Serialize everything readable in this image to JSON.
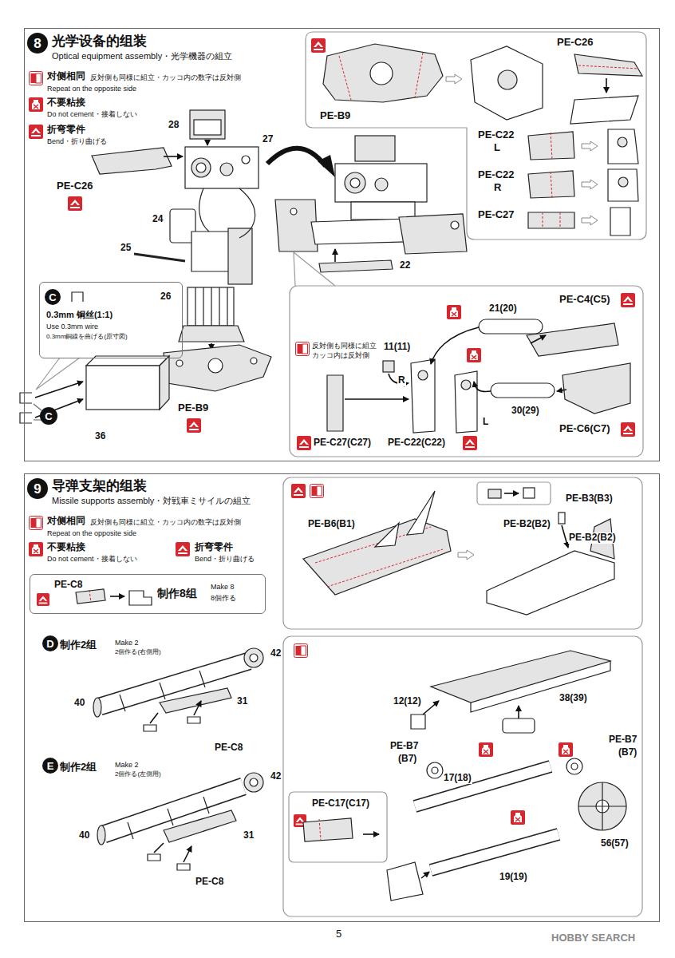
{
  "diagram": {
    "nodes": [
      {
        "text": [
          "光学设备的组装",
          "Optical equipment assembly・光学機器の組立"
        ]
      },
      {
        "text": [
          "8"
        ],
        "in": 0
      },
      {
        "text": [
          "0.3mm 铜丝(1:1)",
          "Use 0.3mm wire",
          "0.3mm銅線を曲げる(原寸図)"
        ],
        "in": 0
      },
      {
        "text": [
          "C"
        ],
        "in": 2
      },
      {
        "text": [
          "C"
        ],
        "in": 0
      },
      {
        "text": [
          "导弹支架的组装",
          "Missile supports assembly・対戦車ミサイルの組立"
        ]
      },
      {
        "text": [
          "9"
        ],
        "in": 5
      },
      {
        "text": [
          "PE-C8",
          "制作8组",
          "Make 8",
          "8個作る"
        ],
        "in": 5
      },
      {
        "text": [
          "D"
        ],
        "in": 5
      },
      {
        "text": [
          "E"
        ],
        "in": 5
      }
    ],
    "labels": [
      "对侧相同",
      "反対側も同様に組立・カッコ内の数字は反対側",
      "Repeat on the opposite side",
      "不要粘接",
      "Do not cement・接着しない",
      "折弯零件",
      "Bend・折り曲げる",
      "28",
      "27",
      "PE-C26",
      "24",
      "25",
      "26",
      "36",
      "PE-B9",
      "22",
      "PE-B9",
      "PE-C26",
      "PE-C22",
      "L",
      "PE-C22",
      "R",
      "PE-C27",
      "反対側も同様に組立",
      "カッコ内は反対側",
      "11(11)",
      "R",
      "21(20)",
      "PE-C4(C5)",
      "30(29)",
      "L",
      "PE-C6(C7)",
      "PE-C27(C27)",
      "PE-C22(C22)",
      "对侧相同",
      "反対側も同様に組立・カッコ内の数字は反対側",
      "Repeat on the opposite side",
      "不要粘接",
      "Do not cement・接着しない",
      "折弯零件",
      "Bend・折り曲げる",
      "制作2组",
      "Make 2",
      "2個作る(右側用)",
      "42",
      "40",
      "31",
      "PE-C8",
      "制作2组",
      "Make 2",
      "2個作る(左側用)",
      "42",
      "40",
      "31",
      "PE-C8",
      "PE-B6(B1)",
      "PE-B3(B3)",
      "PE-B2(B2)",
      "PE-B2(B2)",
      "12(12)",
      "38(39)",
      "PE-B7",
      "(B7)",
      "17(18)",
      "PE-B7",
      "(B7)",
      "56(57)",
      "19(19)",
      "PE-C17(C17)",
      "5",
      "HOBBY SEARCH"
    ]
  }
}
